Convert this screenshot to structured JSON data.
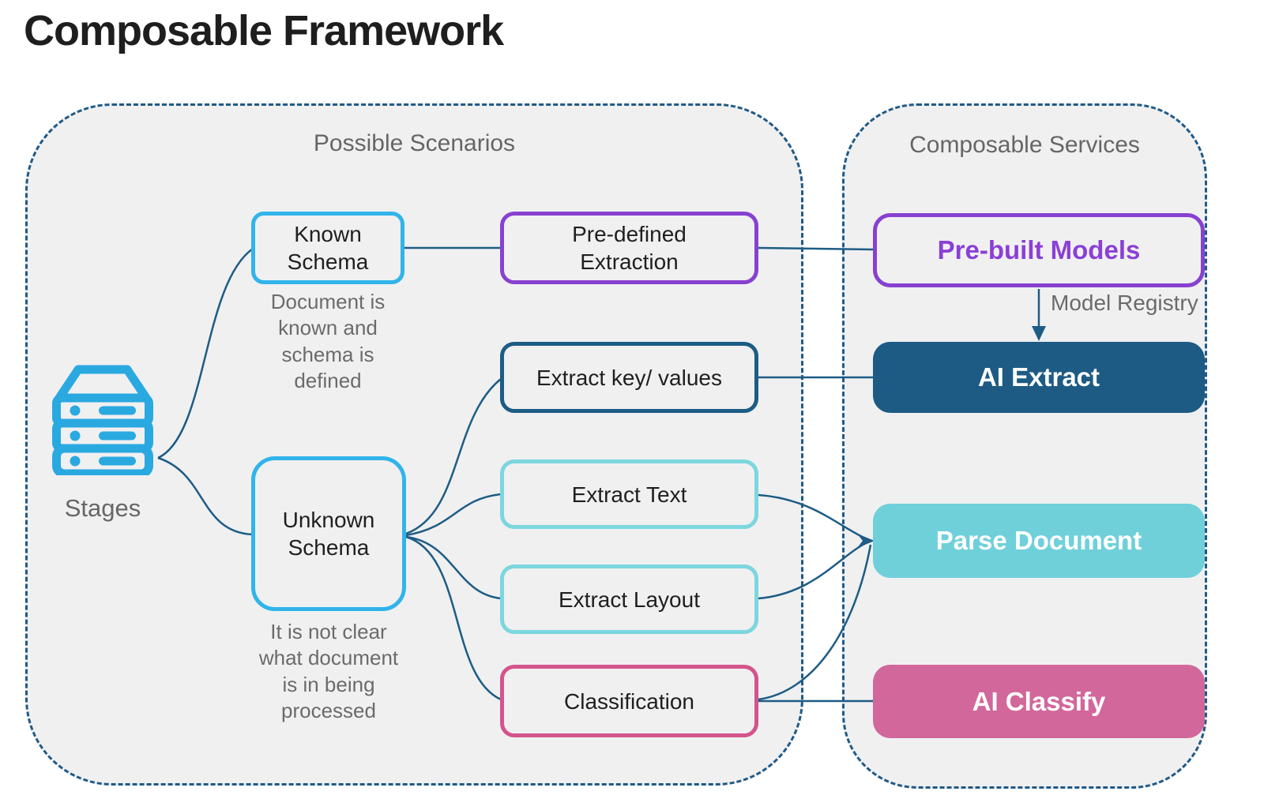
{
  "title": "Composable Framework",
  "containers": {
    "scenarios": {
      "label": "Possible Scenarios"
    },
    "services": {
      "label": "Composable Services"
    }
  },
  "stages": {
    "label": "Stages",
    "icon": "server-stack-icon"
  },
  "nodes": {
    "known_schema": {
      "label": "Known\nSchema",
      "caption": "Document is\nknown and\nschema is\ndefined"
    },
    "unknown_schema": {
      "label": "Unknown\nSchema",
      "caption": "It is not clear\nwhat document\nis in being\nprocessed"
    },
    "predefined_extraction": {
      "label": "Pre-defined\nExtraction"
    },
    "extract_key_values": {
      "label": "Extract key/ values"
    },
    "extract_text": {
      "label": "Extract Text"
    },
    "extract_layout": {
      "label": "Extract Layout"
    },
    "classification": {
      "label": "Classification"
    },
    "prebuilt_models": {
      "label": "Pre-built Models"
    },
    "ai_extract": {
      "label": "AI Extract"
    },
    "parse_document": {
      "label": "Parse Document"
    },
    "ai_classify": {
      "label": "AI Classify"
    }
  },
  "annotations": {
    "model_registry": "Model Registry"
  },
  "colors": {
    "connector": "#1d5c85",
    "container_border": "#1f5a88",
    "container_bg": "#f0f0f1",
    "cyan_border": "#30b4ea",
    "purple_border": "#8741d1",
    "purple_text": "#8b3fd6",
    "navy_fill": "#1d5b84",
    "teal_border": "#7cd6de",
    "teal_fill": "#6fd0da",
    "pink_border": "#d4548c",
    "pink_fill": "#d2679b",
    "icon_blue": "#2aa9e1",
    "caption_text": "#6b6b6b"
  }
}
